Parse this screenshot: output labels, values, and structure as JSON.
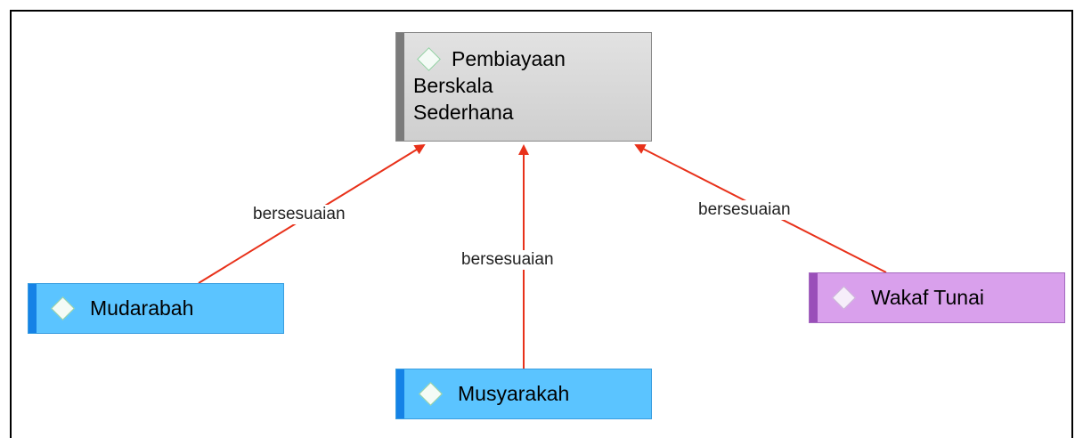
{
  "diagram": {
    "nodes": {
      "central": {
        "label_line1": "Pembiayaan",
        "label_line2": "Berskala",
        "label_line3": "Sederhana",
        "icon": "diamond-icon"
      },
      "mudarabah": {
        "label": "Mudarabah",
        "icon": "diamond-icon"
      },
      "musyarakah": {
        "label": "Musyarakah",
        "icon": "diamond-icon"
      },
      "wakaf_tunai": {
        "label": "Wakaf Tunai",
        "icon": "diamond-icon"
      }
    },
    "edges": [
      {
        "from": "Mudarabah",
        "to": "Pembiayaan Berskala Sederhana",
        "label": "bersesuaian"
      },
      {
        "from": "Musyarakah",
        "to": "Pembiayaan Berskala Sederhana",
        "label": "bersesuaian"
      },
      {
        "from": "Wakaf Tunai",
        "to": "Pembiayaan Berskala Sederhana",
        "label": "bersesuaian"
      }
    ],
    "colors": {
      "edge": "#e8311a",
      "blue_node": "#5bc4ff",
      "purple_node": "#d9a0ec",
      "grey_node": "#d6d6d6"
    }
  }
}
